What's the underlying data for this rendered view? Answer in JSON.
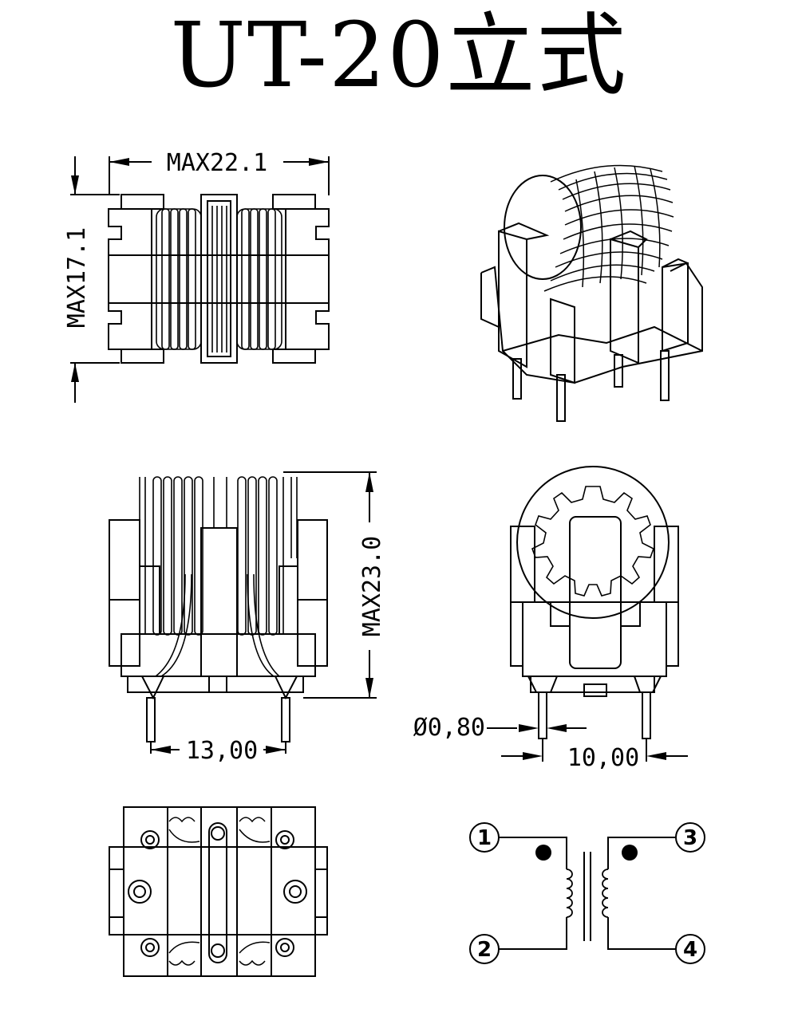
{
  "title": "UT-20立式",
  "dimensions": {
    "width_max": "MAX22.1",
    "depth_max": "MAX17.1",
    "height_max": "MAX23.0",
    "pin_pitch_front": "13,00",
    "pin_diameter": "Ø0,80",
    "pin_pitch_side": "10,00"
  },
  "schematic": {
    "pins": [
      "1",
      "2",
      "3",
      "4"
    ]
  }
}
